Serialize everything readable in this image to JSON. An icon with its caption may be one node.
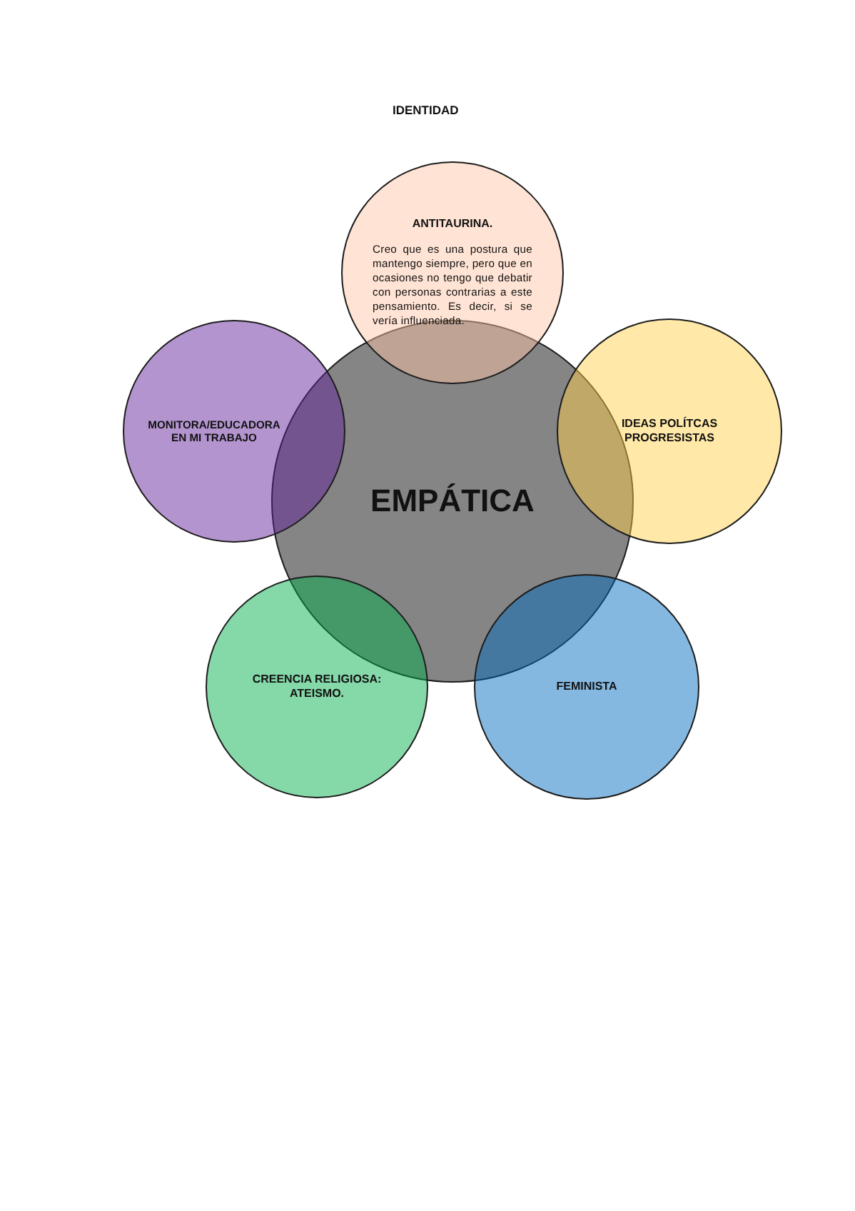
{
  "diagram": {
    "title": "IDENTIDAD",
    "nodes": [
      {
        "text": [
          "ANTITAURINA.",
          "Creo que es una postura que mantengo siempre, pero que en ocasiones no tengo que debatir con personas contrarias a este pensamiento. Es decir, si se vería influenciada."
        ]
      },
      {
        "text": [
          "MONITORA/EDUCADORA EN MI TRABAJO"
        ]
      },
      {
        "text": [
          "IDEAS POLÍTCAS PROGRESISTAS"
        ]
      },
      {
        "text": [
          "EMPÁTICA"
        ]
      },
      {
        "text": [
          "CREENCIA RELIGIOSA: ATEISMO."
        ]
      },
      {
        "text": [
          "FEMINISTA"
        ]
      }
    ]
  }
}
